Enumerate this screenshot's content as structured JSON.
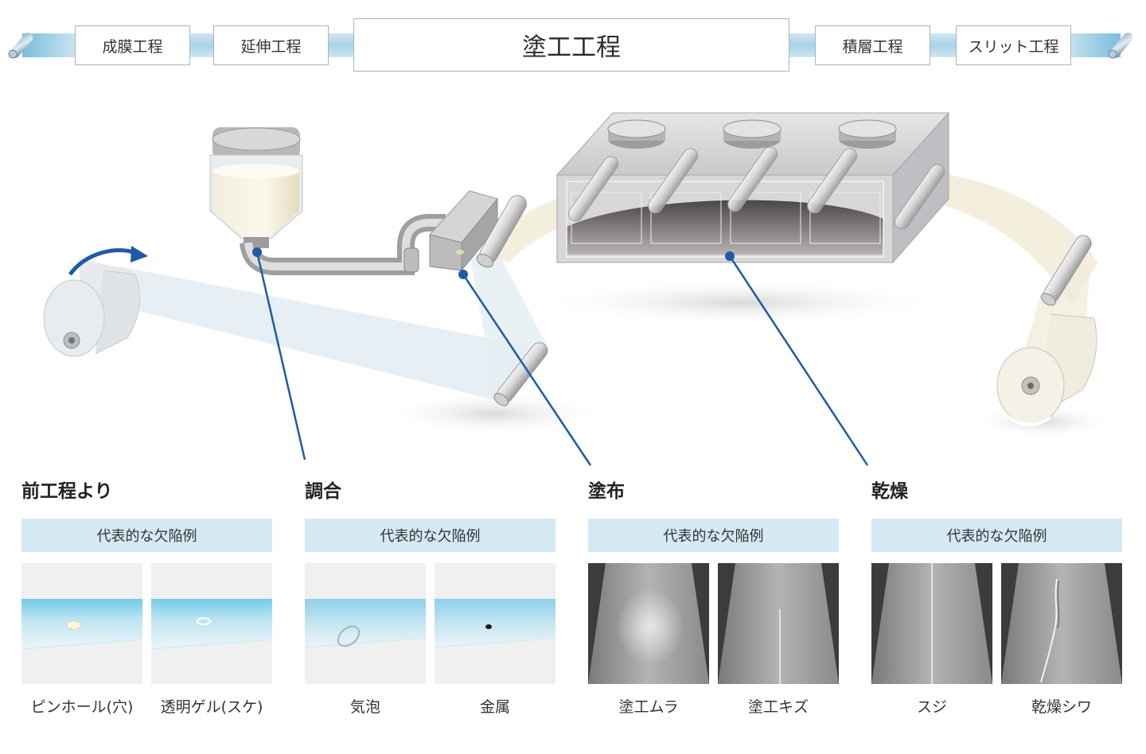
{
  "process_steps": {
    "step1": "成膜工程",
    "step2": "延伸工程",
    "current": "塗工工程",
    "step4": "積層工程",
    "step5": "スリット工程"
  },
  "colors": {
    "accent_blue": "#1f5aa6",
    "band_blue": "#a8d3e6",
    "defect_bar_bg": "#d4e9f4"
  },
  "stages": [
    {
      "title": "前工程より",
      "defect_header": "代表的な欠陥例",
      "defects": [
        {
          "label": "ピンホール(穴)",
          "image": "pinhole"
        },
        {
          "label": "透明ゲル(スケ)",
          "image": "clear-gel"
        }
      ]
    },
    {
      "title": "調合",
      "defect_header": "代表的な欠陥例",
      "defects": [
        {
          "label": "気泡",
          "image": "bubble"
        },
        {
          "label": "金属",
          "image": "metal"
        }
      ]
    },
    {
      "title": "塗布",
      "defect_header": "代表的な欠陥例",
      "defects": [
        {
          "label": "塗工ムラ",
          "image": "coating-unevenness"
        },
        {
          "label": "塗工キズ",
          "image": "coating-scratch"
        }
      ]
    },
    {
      "title": "乾燥",
      "defect_header": "代表的な欠陥例",
      "defects": [
        {
          "label": "スジ",
          "image": "streak"
        },
        {
          "label": "乾燥シワ",
          "image": "drying-wrinkle"
        }
      ]
    }
  ]
}
